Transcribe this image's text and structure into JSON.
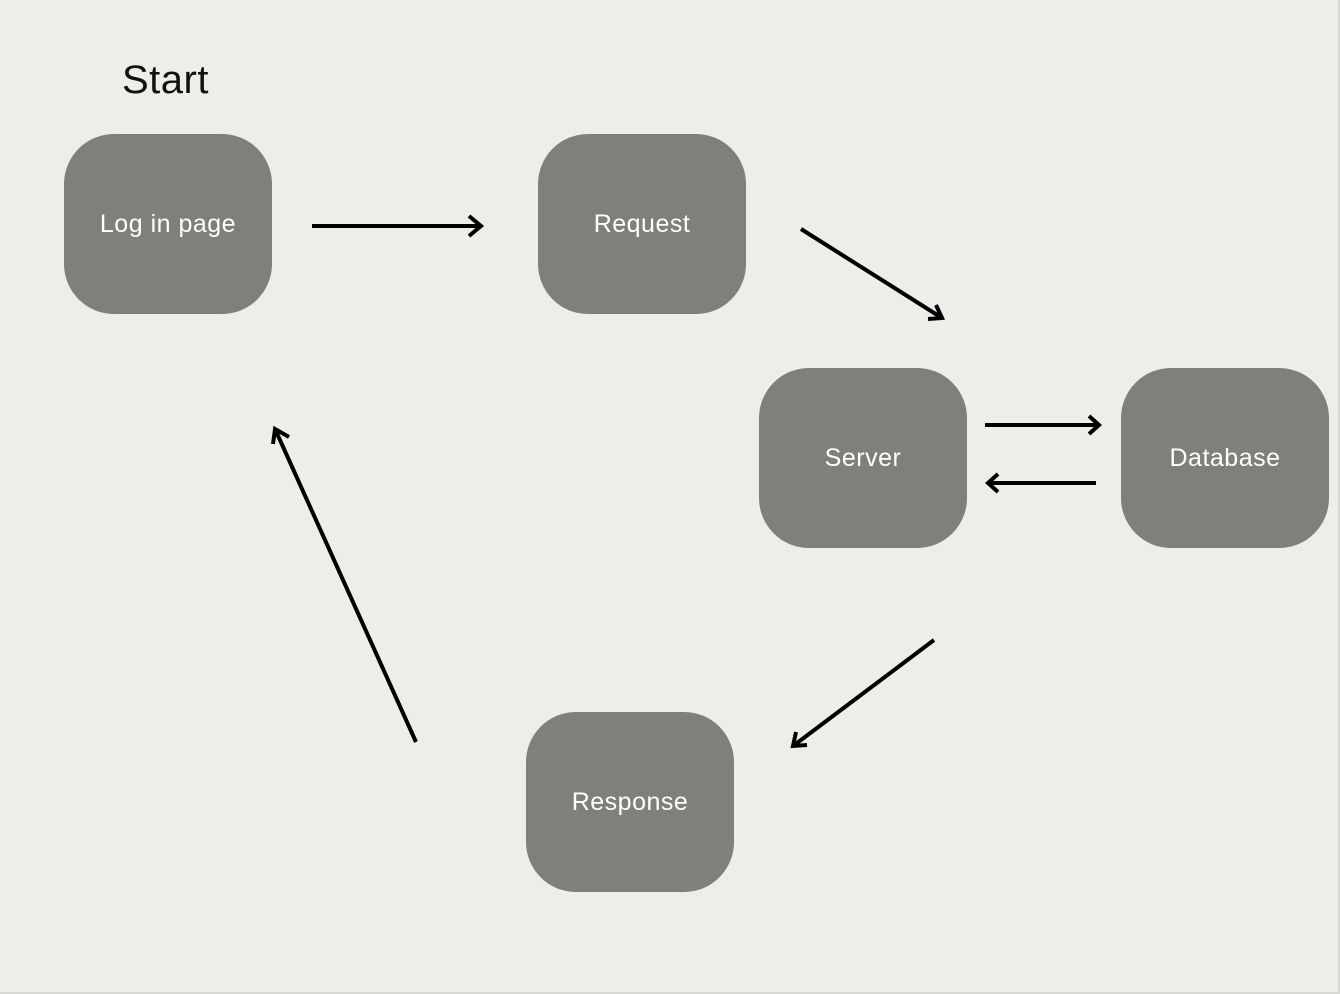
{
  "diagram": {
    "start_label": "Start",
    "nodes": {
      "login": "Log in page",
      "request": "Request",
      "server": "Server",
      "database": "Database",
      "response": "Response"
    },
    "edges": [
      {
        "from": "Log in page",
        "to": "Request"
      },
      {
        "from": "Request",
        "to": "Server"
      },
      {
        "from": "Server",
        "to": "Database"
      },
      {
        "from": "Database",
        "to": "Server"
      },
      {
        "from": "Server",
        "to": "Response"
      },
      {
        "from": "Response",
        "to": "Log in page"
      }
    ],
    "colors": {
      "background": "#eeeee8",
      "node_fill": "#80807a",
      "node_text": "#ffffff",
      "arrow": "#000000"
    }
  }
}
